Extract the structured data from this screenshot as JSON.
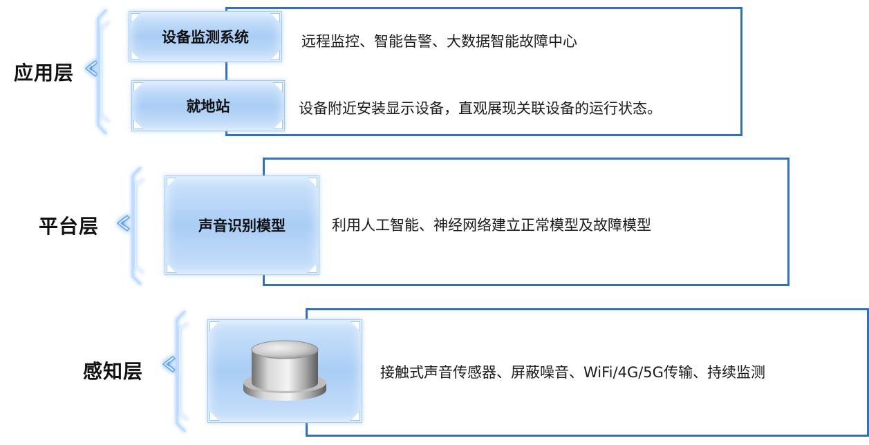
{
  "colors": {
    "frame_border": "#2f6fc4",
    "tile_blue": "#a9cdf5",
    "glow": "#5aa0ff"
  },
  "layers": [
    {
      "label": "应用层",
      "items": [
        {
          "tile": "设备监测系统",
          "description": "远程监控、智能告警、大数据智能故障中心"
        },
        {
          "tile": "就地站",
          "description": "设备附近安装显示设备，直观展现关联设备的运行状态。"
        }
      ]
    },
    {
      "label": "平台层",
      "items": [
        {
          "tile": "声音识别模型",
          "description": "利用人工智能、神经网络建立正常模型及故障模型"
        }
      ]
    },
    {
      "label": "感知层",
      "items": [
        {
          "tile": "",
          "image": "acoustic-sensor-image",
          "description": "接触式声音传感器、屏蔽噪音、WiFi/4G/5G传输、持续监测"
        }
      ]
    }
  ]
}
